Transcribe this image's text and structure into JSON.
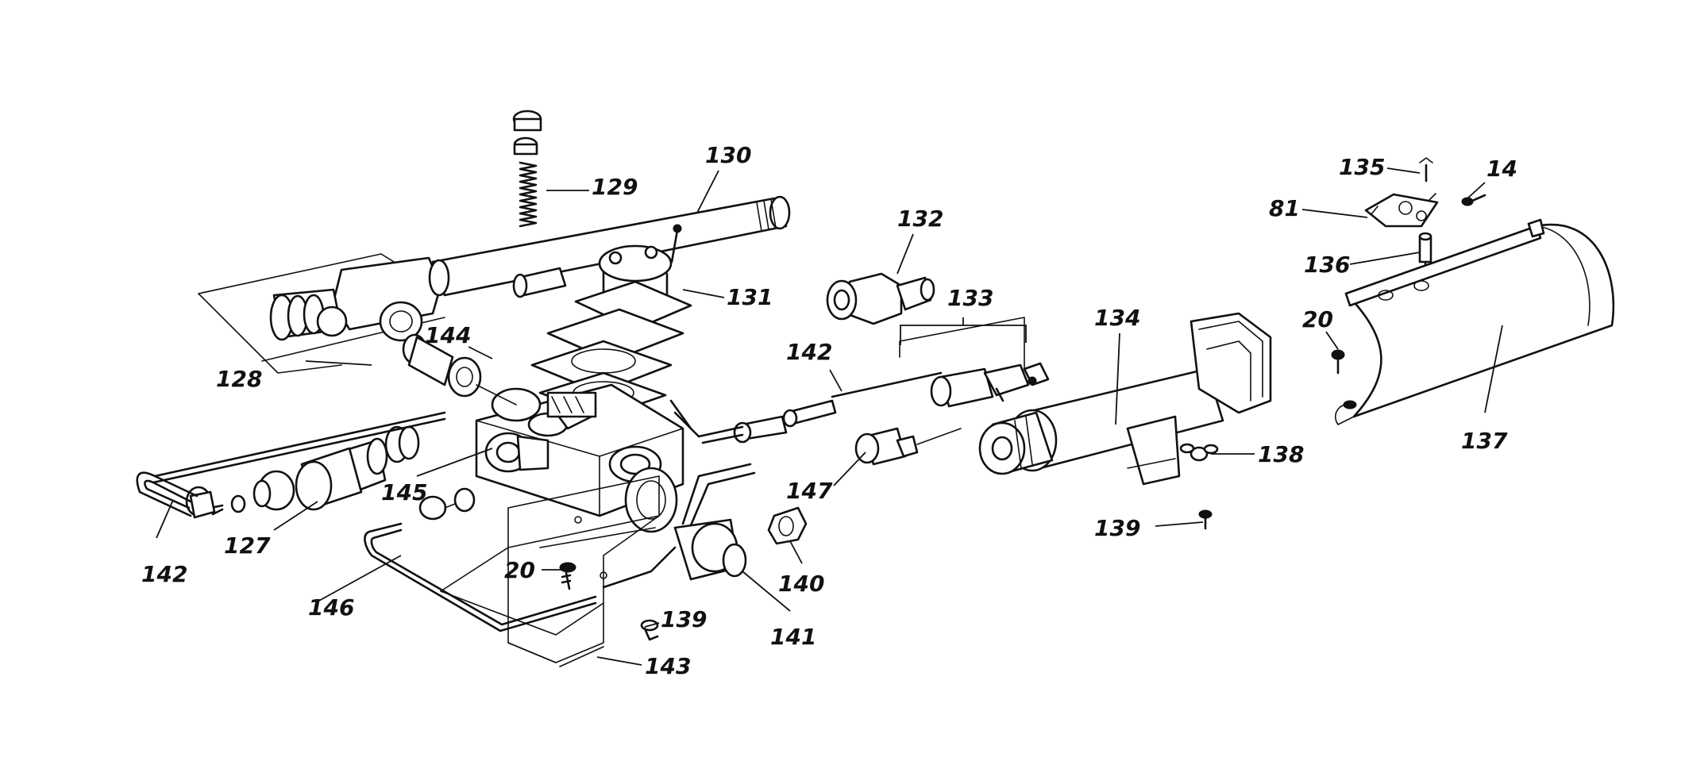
{
  "diagram": {
    "ink_color": "#111111",
    "background_color": "#ffffff",
    "labels": {
      "l129": "129",
      "l130": "130",
      "l131": "131",
      "l132": "132",
      "l133": "133",
      "l134": "134",
      "l135": "135",
      "l14": "14",
      "l81": "81",
      "l136": "136",
      "l20_right": "20",
      "l137": "137",
      "l138": "138",
      "l139_right": "139",
      "l128": "128",
      "l144": "144",
      "l142_mid": "142",
      "l142_left": "142",
      "l127": "127",
      "l145": "145",
      "l147": "147",
      "l140": "140",
      "l141": "141",
      "l20_left": "20",
      "l146": "146",
      "l139_left": "139",
      "l143": "143"
    }
  }
}
